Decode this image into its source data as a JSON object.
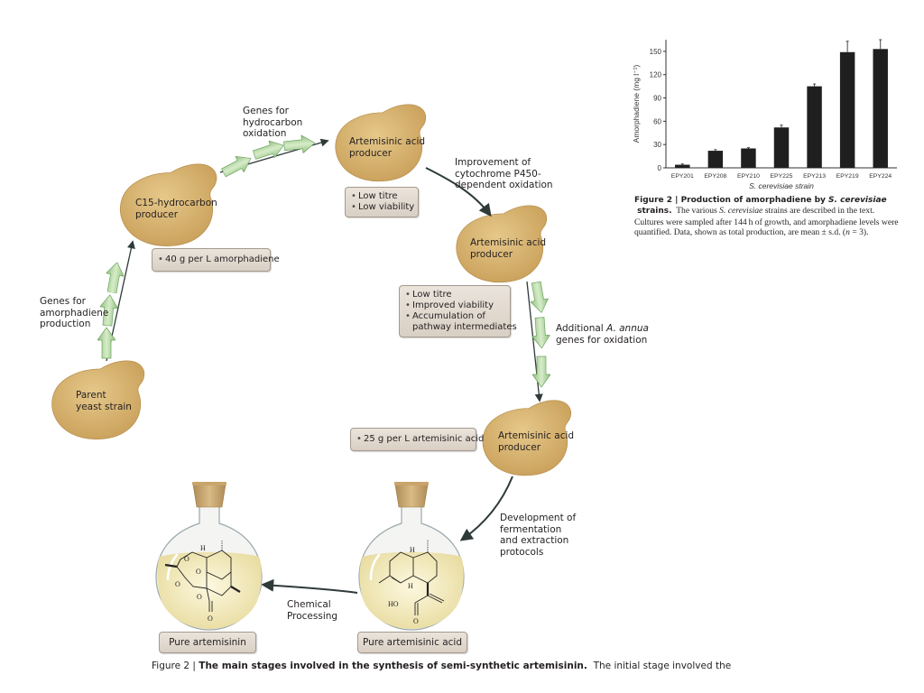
{
  "diagram": {
    "cells": [
      {
        "id": "parent",
        "label_lines": [
          "Parent",
          "yeast strain"
        ]
      },
      {
        "id": "c15",
        "label_lines": [
          "C15-hydrocarbon",
          "producer"
        ]
      },
      {
        "id": "aap1",
        "label_lines": [
          "Artemisinic acid",
          "producer"
        ]
      },
      {
        "id": "aap2",
        "label_lines": [
          "Artemisinic acid",
          "producer"
        ]
      },
      {
        "id": "aap3",
        "label_lines": [
          "Artemisinic acid",
          "producer"
        ]
      }
    ],
    "step_labels": {
      "amorphadiene_genes": [
        "Genes for",
        "amorphadiene",
        "production"
      ],
      "hydrocarbon_oxidation": [
        "Genes for",
        "hydrocarbon",
        "oxidation"
      ],
      "p450": [
        "Improvement of",
        "cytochrome P450-",
        "dependent oxidation"
      ],
      "annua_prefix": "Additional ",
      "annua_species": "A. annua",
      "annua_suffix": "genes for oxidation",
      "fermentation": [
        "Development of",
        "fermentation",
        "and extraction",
        "protocols"
      ],
      "chemical": [
        "Chemical",
        "Processing"
      ]
    },
    "notes": {
      "c15": [
        "40 g per L amorphadiene"
      ],
      "aap1": [
        "Low titre",
        "Low viability"
      ],
      "aap2": [
        "Low titre",
        "Improved viability",
        "Accumulation of",
        "pathway intermediates"
      ],
      "aap3": [
        "25 g per L artemisinic acid"
      ]
    },
    "flasks": {
      "artemisinin": "Pure artemisinin",
      "artemisinic_acid": "Pure artemisinic acid"
    },
    "molecule_atoms": {
      "H": "H",
      "O": "O",
      "HO": "HO"
    },
    "colors": {
      "cell": "#d9b36e",
      "gene_arrow": "#a9d39a",
      "arrow": "#2f3a3a",
      "flask_liquid": "#f5edc4"
    }
  },
  "caption": {
    "prefix": "Figure 2 | ",
    "title": "The main stages involved in the synthesis of semi-synthetic artemisinin.",
    "text": "  The initial stage involved the"
  },
  "chart_data": {
    "type": "bar",
    "title": "",
    "xlabel": "S. cerevisiae strain",
    "ylabel": "Amorphadiene (mg l⁻¹)",
    "categories": [
      "EPY201",
      "EPY208",
      "EPY210",
      "EPY225",
      "EPY213",
      "EPY219",
      "EPY224"
    ],
    "values": [
      4,
      22,
      25,
      52,
      105,
      149,
      153
    ],
    "errors": [
      1,
      1.5,
      1,
      3,
      3,
      14,
      12
    ],
    "ylim": [
      0,
      165
    ],
    "yticks": [
      0,
      30,
      60,
      90,
      120,
      150
    ],
    "grid": false,
    "bar_color": "#1f1f1f"
  },
  "chart_caption": {
    "prefix": "Figure 2 | ",
    "title_a": "Production of amorphadiene by ",
    "title_species": "S. cerevisiae",
    "title_b": " strains.",
    "text_a": "  The various ",
    "text_species": "S. cerevisiae",
    "text_b": " strains are described in the text. Cultures were sampled after 144 h of growth, and amorphadiene levels were quantified. Data, shown as total production, are mean ± s.d. (",
    "text_n": "n",
    "text_c": " = 3)."
  }
}
